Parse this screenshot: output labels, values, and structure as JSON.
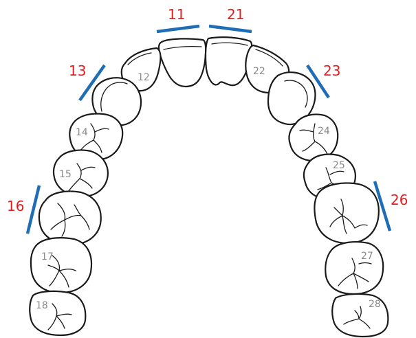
{
  "colors": {
    "marker_line": "#1f6db5",
    "marker_label": "#e02020",
    "tooth_number": "#8a8a8a"
  },
  "teeth": [
    {
      "number": "12"
    },
    {
      "number": "22"
    },
    {
      "number": "14"
    },
    {
      "number": "24"
    },
    {
      "number": "15"
    },
    {
      "number": "25"
    },
    {
      "number": "17"
    },
    {
      "number": "27"
    },
    {
      "number": "18"
    },
    {
      "number": "28"
    }
  ],
  "markers": [
    {
      "label": "11"
    },
    {
      "label": "21"
    },
    {
      "label": "13"
    },
    {
      "label": "23"
    },
    {
      "label": "16"
    },
    {
      "label": "26"
    }
  ]
}
